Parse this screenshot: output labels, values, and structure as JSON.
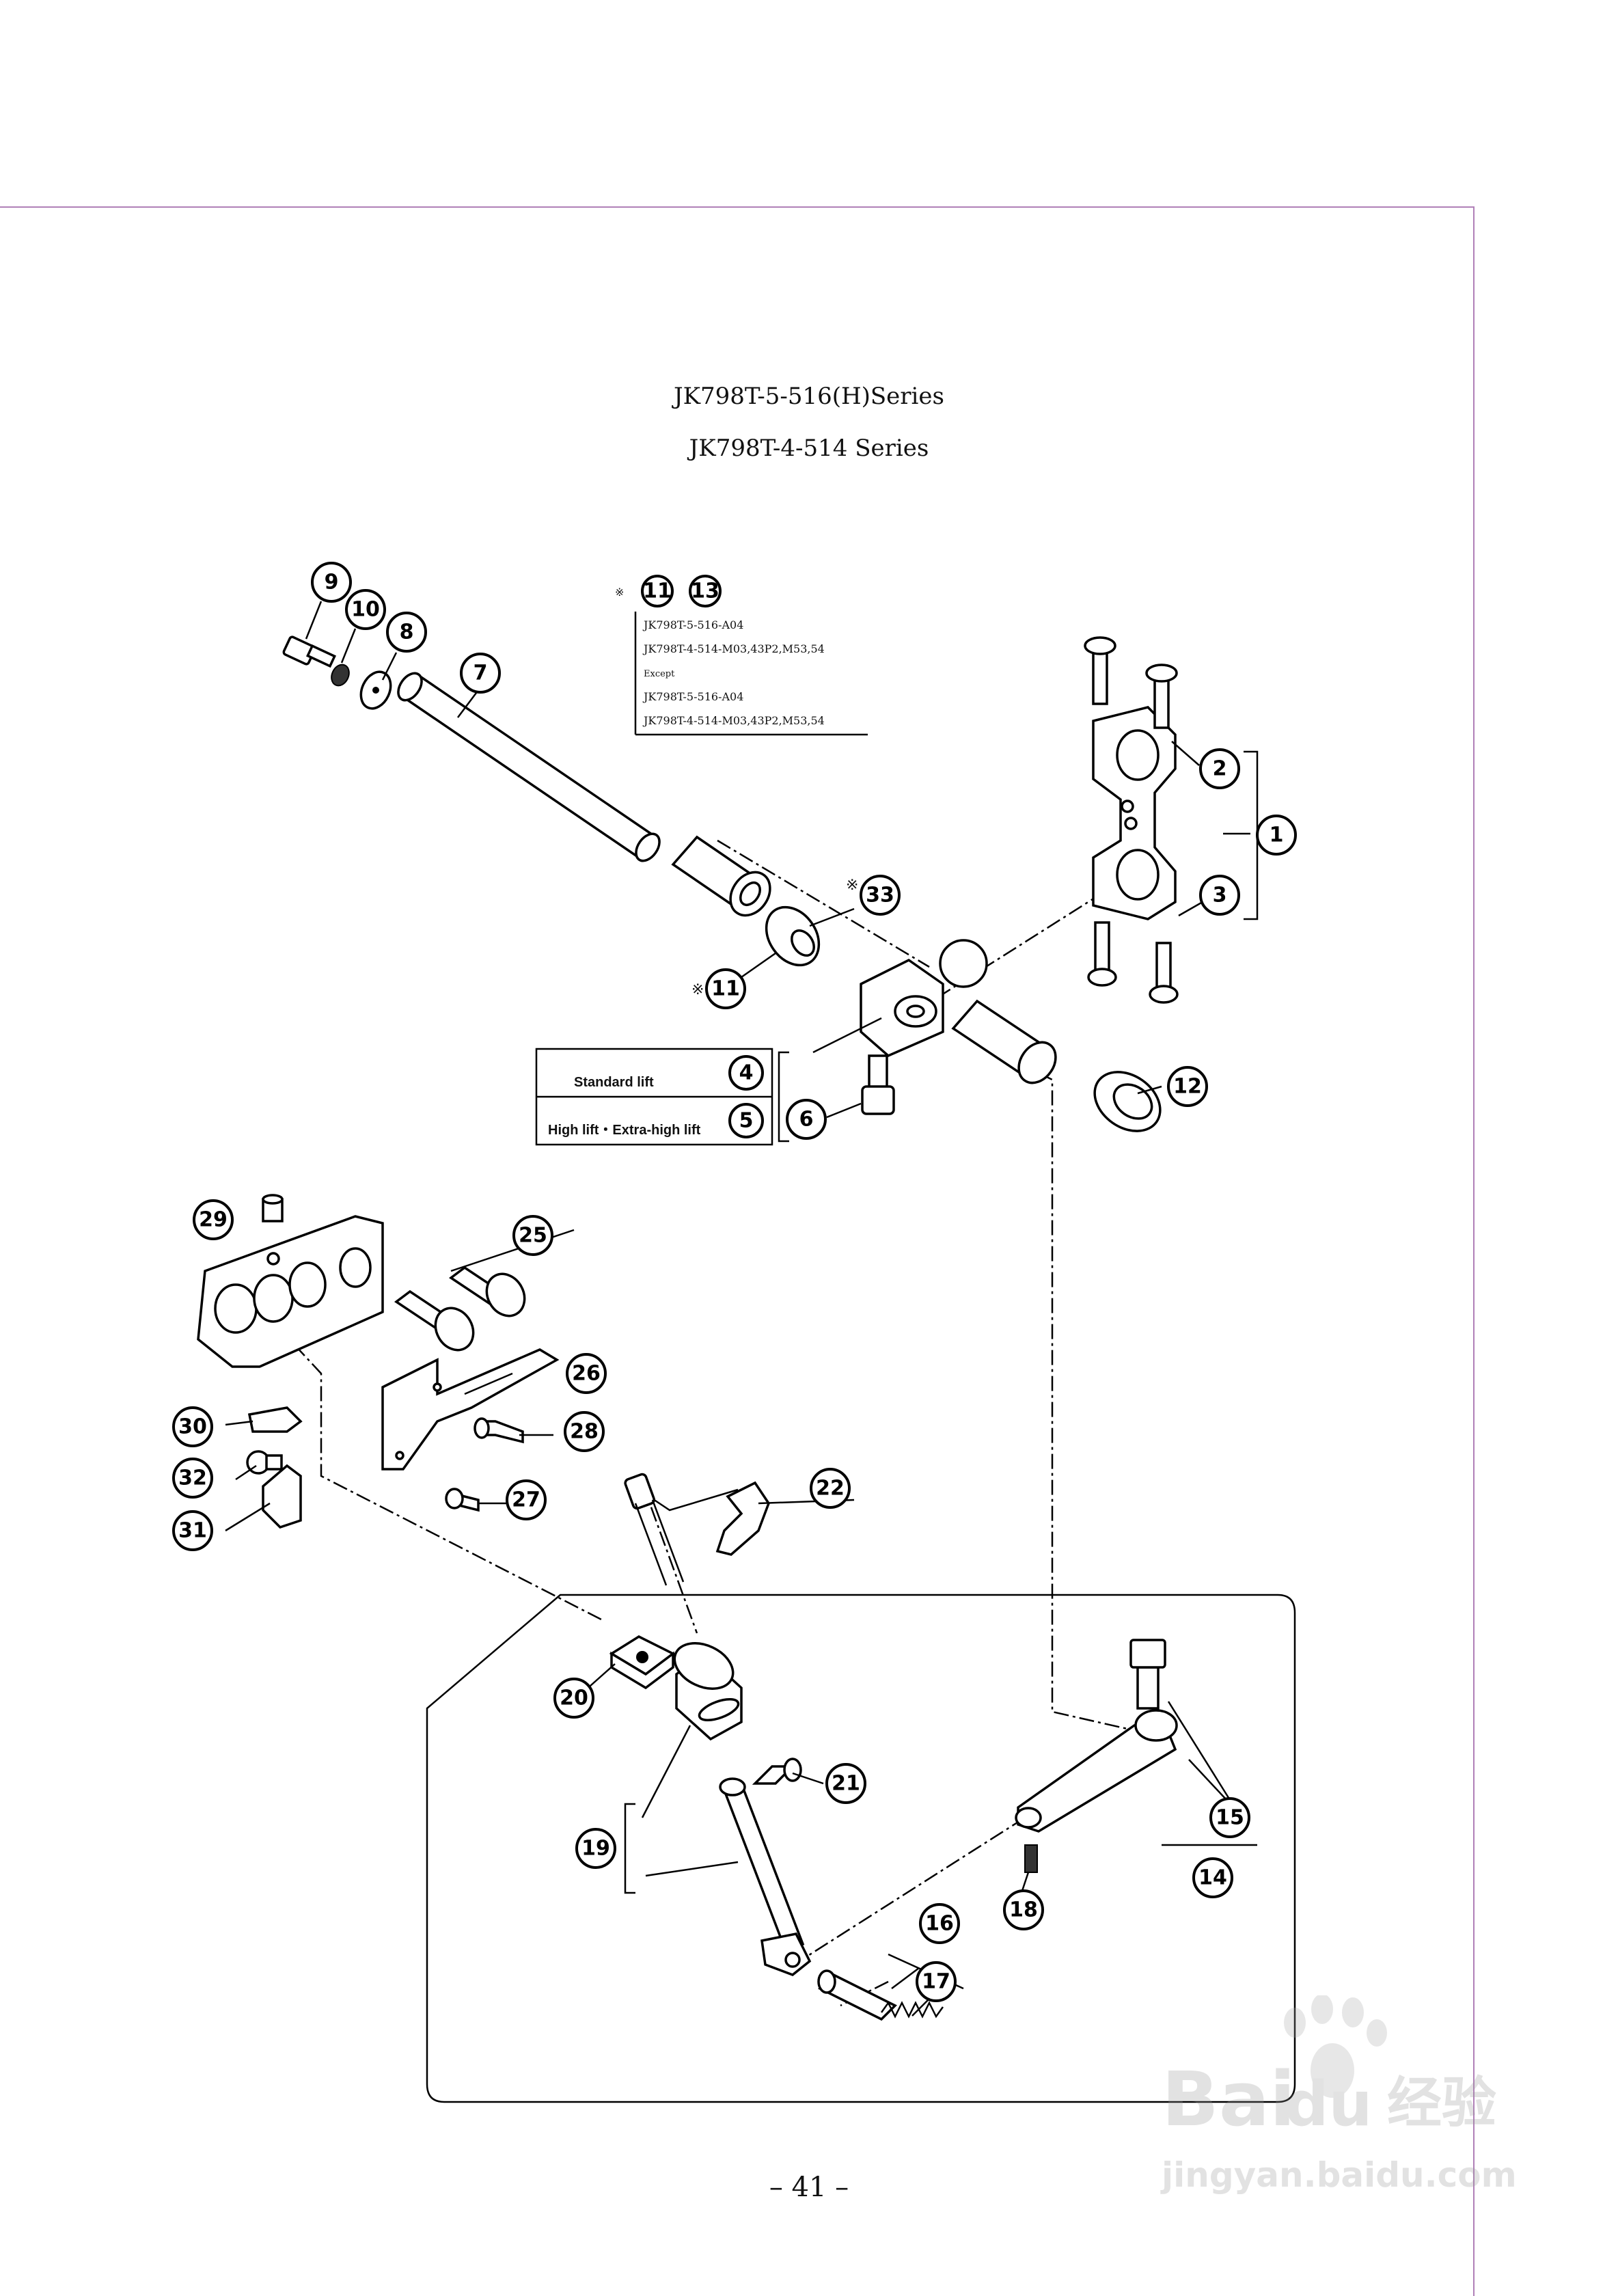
{
  "titles": {
    "line1": "JK798T-5-516(H)Series",
    "line2": "JK798T-4-514 Series"
  },
  "note": {
    "mark": "※",
    "refs": [
      "11",
      "13"
    ],
    "lines": [
      "JK798T-5-516-A04",
      "JK798T-4-514-M03,43P2,M53,54",
      "Except",
      "JK798T-5-516-A04",
      "JK798T-4-514-M03,43P2,M53,54"
    ]
  },
  "lift_table": {
    "rows": [
      {
        "label": "Standard lift",
        "ref": "4"
      },
      {
        "label": "High lift・Extra-high lift",
        "ref": "5"
      }
    ]
  },
  "callouts": {
    "c1": "1",
    "c2": "2",
    "c3": "3",
    "c6": "6",
    "c7": "7",
    "c8": "8",
    "c9": "9",
    "c10": "10",
    "c11": "11",
    "c12": "12",
    "c14": "14",
    "c15": "15",
    "c16": "16",
    "c17": "17",
    "c18": "18",
    "c19": "19",
    "c20": "20",
    "c21": "21",
    "c22": "22",
    "c25": "25",
    "c26": "26",
    "c27": "27",
    "c28": "28",
    "c29": "29",
    "c30": "30",
    "c31": "31",
    "c32": "32",
    "c33": "33"
  },
  "asterisk": "※",
  "page_number": "– 41 –",
  "watermark": {
    "brand": "Bai",
    "brand2": "du",
    "cn": "经验",
    "url": "jingyan.baidu.com"
  }
}
